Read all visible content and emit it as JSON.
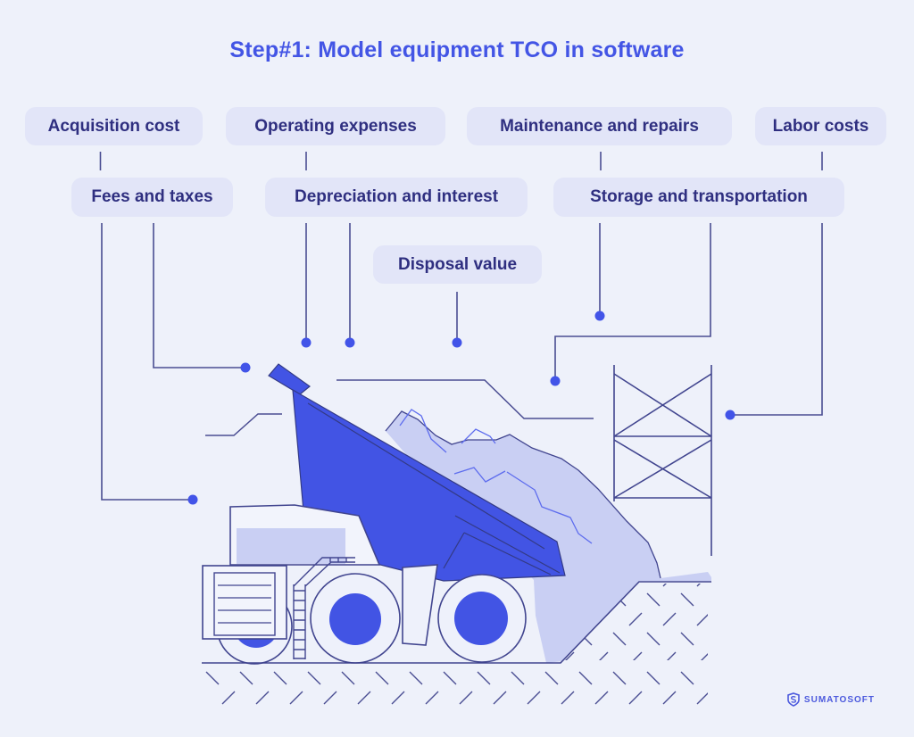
{
  "title": "Step#1: Model equipment TCO in software",
  "cost_categories": {
    "row1": [
      "Acquisition cost",
      "Operating expenses",
      "Maintenance and repairs",
      "Labor costs"
    ],
    "row2": [
      "Fees and taxes",
      "Depreciation and interest",
      "Storage and transportation"
    ],
    "row3": [
      "Disposal value"
    ]
  },
  "logo": {
    "text": "SUMATOSOFT",
    "icon": "shield-s-icon"
  },
  "illustration": {
    "icons": [
      "dump-truck-icon",
      "material-pile-icon",
      "scaffolding-icon",
      "ground-hatching-icon",
      "connector-dot-icon"
    ]
  },
  "colors": {
    "background": "#eef1fa",
    "title_text": "#4355e5",
    "label_pill_background": "#e2e5f8",
    "label_pill_text": "#2f2f80",
    "primary_blue_fill": "#4254e4",
    "pile_lavender_fill": "#c9cff3",
    "outline_stroke": "#4a4d92",
    "inner_zigzag_blue": "#5d6cee",
    "logo_blue": "#4b59dd"
  }
}
